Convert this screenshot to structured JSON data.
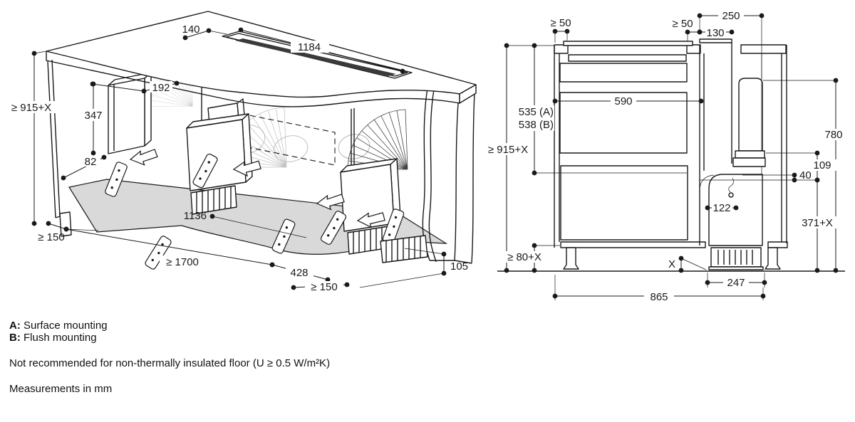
{
  "colors": {
    "line": "#1a1a1a",
    "floor_fill": "#d9d9d9",
    "slot_fill": "#3a3a3a",
    "faint": "#c4c4c4",
    "background": "#ffffff"
  },
  "iso": {
    "top_inset": "140",
    "cutout_length": "1184",
    "duct_box_width": "192",
    "duct_box_height": "347",
    "duct_box_offset": "82",
    "worktop_height": "≥ 915+X",
    "floor_depth": "1136",
    "side_clearance": "≥ 150",
    "floor_length": "≥ 1700",
    "recess_depth": "428",
    "front_clearance": "≥ 150",
    "plinth_height": "105"
  },
  "section": {
    "gap_left": "≥ 50",
    "gap_right": "≥ 50",
    "duct_channel": "130",
    "duct_total": "250",
    "appliance_width": "590",
    "depth_surface": "535 (A)",
    "depth_flush": "538 (B)",
    "worktop_height": "≥ 915+X",
    "hose_height": "780",
    "outlet_offset": "109",
    "outlet_gap": "40",
    "blower_width": "122",
    "blower_height": "371+X",
    "plinth_height": "≥ 80+X",
    "x_var": "X",
    "grille_width": "247",
    "cabinet_width": "865"
  },
  "notes": {
    "a_key": "A:",
    "a_text": " Surface mounting",
    "b_key": "B:",
    "b_text": " Flush mounting",
    "floor_note": "Not recommended for non-thermally insulated floor (U ≥ 0.5 W/m²K)",
    "units": "Measurements in mm"
  }
}
